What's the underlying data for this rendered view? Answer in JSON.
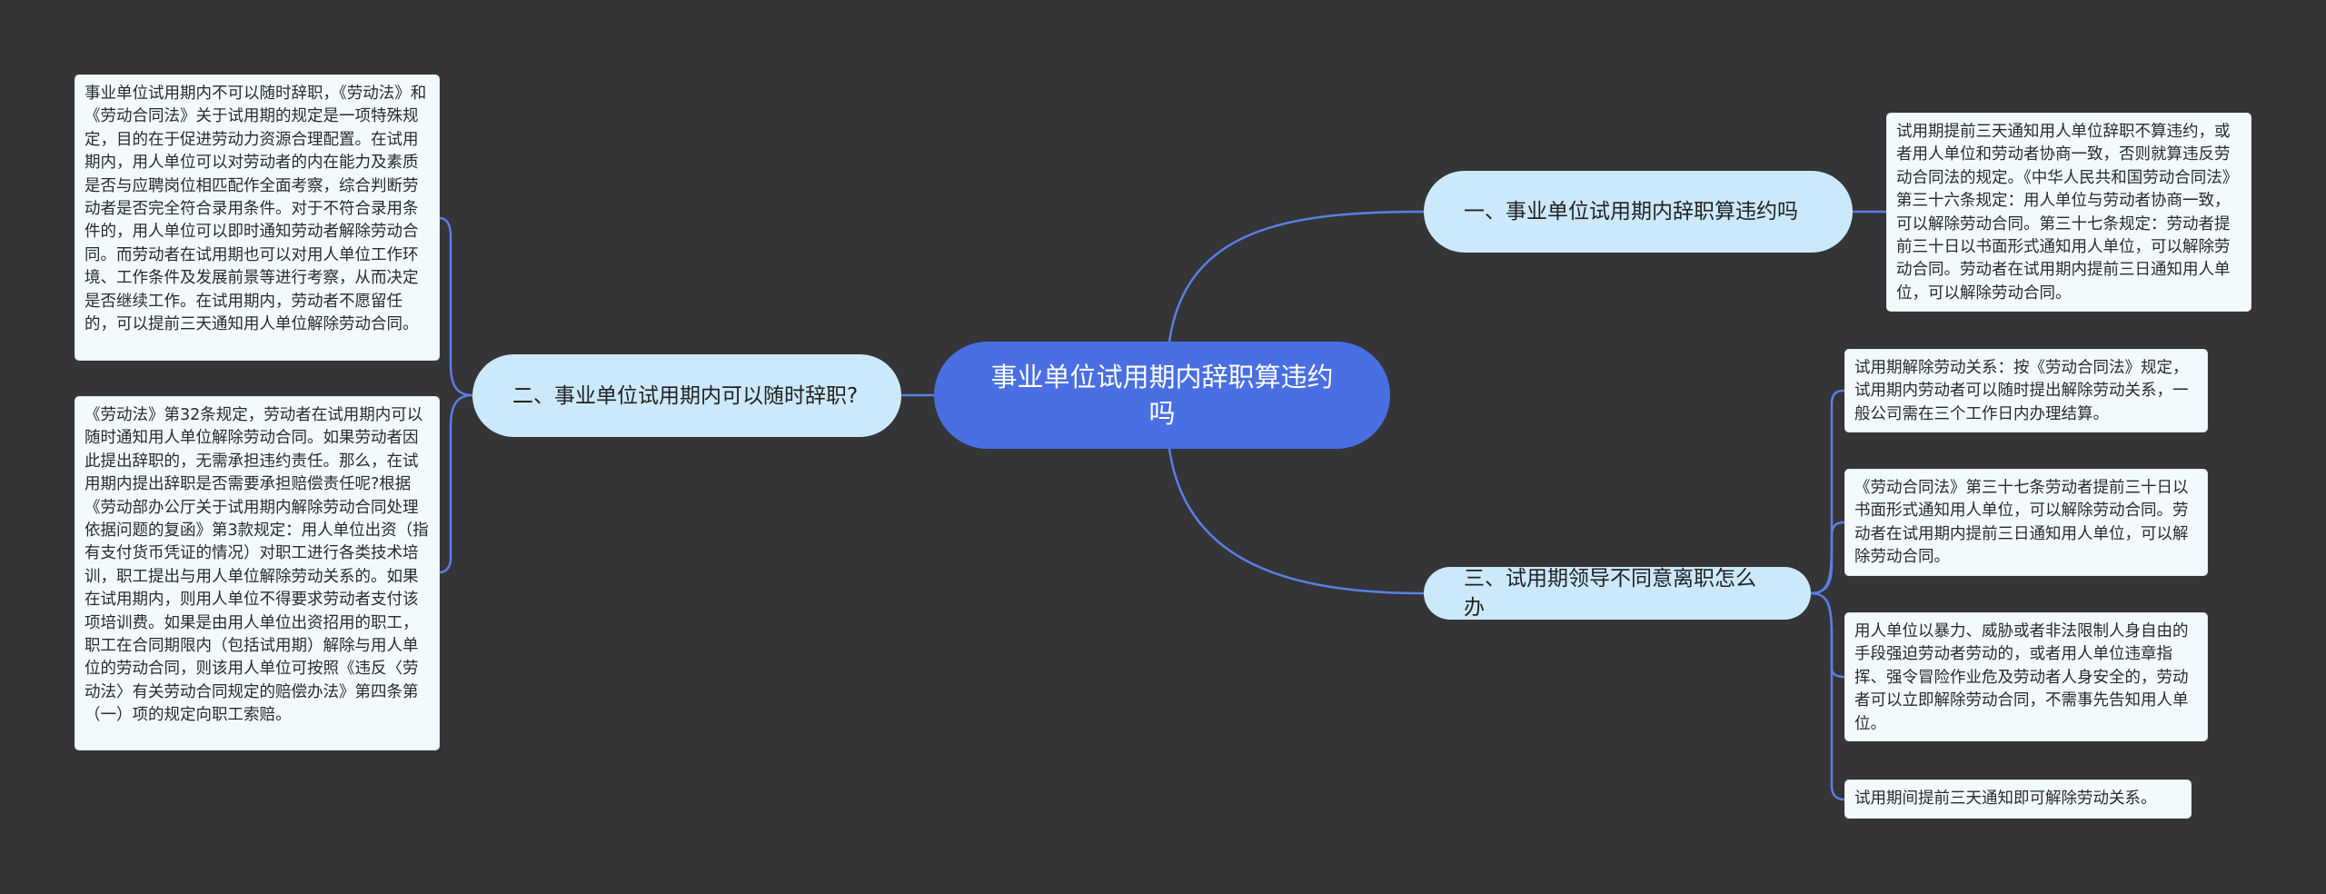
{
  "root": {
    "label": "事业单位试用期内辞职算违约吗"
  },
  "branches": [
    {
      "label": "一、事业单位试用期内辞职算违约吗",
      "leaves": [
        "试用期提前三天通知用人单位辞职不算违约，或者用人单位和劳动者协商一致，否则就算违反劳动合同法的规定。《中华人民共和国劳动合同法》第三十六条规定：用人单位与劳动者协商一致，可以解除劳动合同。第三十七条规定：劳动者提前三十日以书面形式通知用人单位，可以解除劳动合同。劳动者在试用期内提前三日通知用人单位，可以解除劳动合同。"
      ]
    },
    {
      "label": "二、事业单位试用期内可以随时辞职?",
      "leaves": [
        "事业单位试用期内不可以随时辞职，《劳动法》和《劳动合同法》关于试用期的规定是一项特殊规定，目的在于促进劳动力资源合理配置。在试用期内，用人单位可以对劳动者的内在能力及素质是否与应聘岗位相匹配作全面考察，综合判断劳动者是否完全符合录用条件。对于不符合录用条件的，用人单位可以即时通知劳动者解除劳动合同。而劳动者在试用期也可以对用人单位工作环境、工作条件及发展前景等进行考察，从而决定是否继续工作。在试用期内，劳动者不愿留任的，可以提前三天通知用人单位解除劳动合同。",
        "《劳动法》第32条规定，劳动者在试用期内可以随时通知用人单位解除劳动合同。如果劳动者因此提出辞职的，无需承担违约责任。那么，在试用期内提出辞职是否需要承担赔偿责任呢?根据《劳动部办公厅关于试用期内解除劳动合同处理依据问题的复函》第3款规定：用人单位出资（指有支付货币凭证的情况）对职工进行各类技术培训，职工提出与用人单位解除劳动关系的。如果在试用期内，则用人单位不得要求劳动者支付该项培训费。如果是由用人单位出资招用的职工，职工在合同期限内（包括试用期）解除与用人单位的劳动合同，则该用人单位可按照《违反〈劳动法〉有关劳动合同规定的赔偿办法》第四条第（一）项的规定向职工索赔。"
      ]
    },
    {
      "label": "三、试用期领导不同意离职怎么办",
      "leaves": [
        "试用期解除劳动关系：按《劳动合同法》规定，试用期内劳动者可以随时提出解除劳动关系，一般公司需在三个工作日内办理结算。",
        "《劳动合同法》第三十七条劳动者提前三十日以书面形式通知用人单位，可以解除劳动合同。劳动者在试用期内提前三日通知用人单位，可以解除劳动合同。",
        "用人单位以暴力、威胁或者非法限制人身自由的手段强迫劳动者劳动的，或者用人单位违章指挥、强令冒险作业危及劳动者人身安全的，劳动者可以立即解除劳动合同，不需事先告知用人单位。",
        "试用期间提前三天通知即可解除劳动关系。"
      ]
    }
  ],
  "colors": {
    "background": "#353437",
    "root": "#4a6fe3",
    "branch": "#cbe9fb",
    "leaf": "#f2fafe",
    "link": "#5b7fe6"
  }
}
